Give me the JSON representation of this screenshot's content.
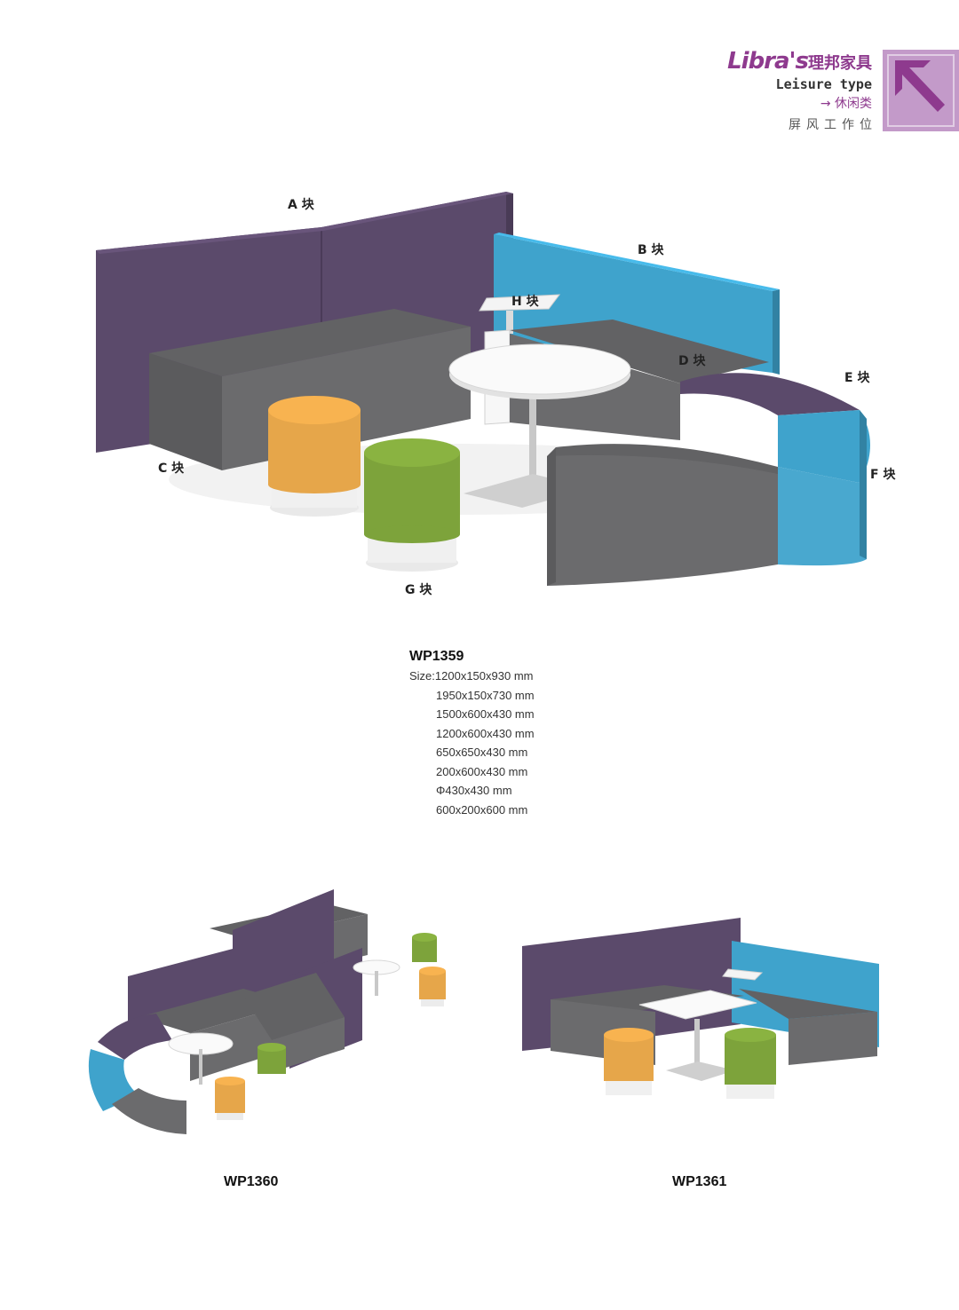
{
  "colors": {
    "accent": "#8e3a8e",
    "corner_bg": "#c39ac9",
    "corner_arrow": "#8e3a8e",
    "purple_fabric": "#5b4a6b",
    "blue_fabric": "#3fa3cc",
    "gray_fabric": "#6b6b6d",
    "yellow_fabric": "#e6a64a",
    "green_fabric": "#7da33b"
  },
  "header": {
    "brand_logo": "Libra's",
    "brand_cn": "理邦家具",
    "type_en": "Leisure type",
    "category_cn": "→ 休闲类",
    "subcategory_cn": "屏风工作位",
    "corner_icon": "diagonal-arrow-icon"
  },
  "main_product": {
    "block_labels": {
      "a": "A 块",
      "b": "B 块",
      "c": "C 块",
      "d": "D 块",
      "e": "E 块",
      "f": "F 块",
      "g": "G 块",
      "h": "H 块"
    },
    "code": "WP1359",
    "sizes": [
      "Size:1200x150x930 mm",
      "1950x150x730 mm",
      "1500x600x430 mm",
      "1200x600x430 mm",
      "650x650x430 mm",
      "200x600x430 mm",
      "Φ430x430 mm",
      "600x200x600 mm"
    ]
  },
  "secondary_products": [
    {
      "code": "WP1360"
    },
    {
      "code": "WP1361"
    }
  ]
}
